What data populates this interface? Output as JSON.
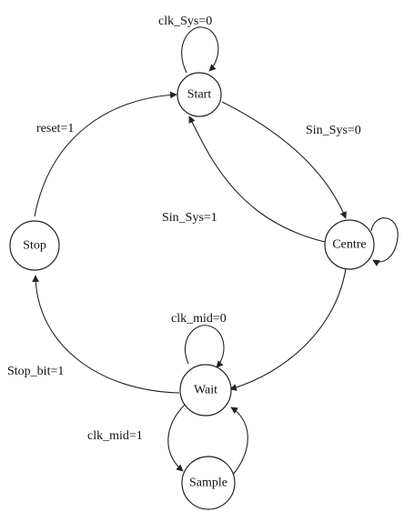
{
  "states": {
    "start": "Start",
    "centre": "Centre",
    "wait": "Wait",
    "sample": "Sample",
    "stop": "Stop"
  },
  "transitions": {
    "start_self": "clk_Sys=0",
    "start_to_centre": "Sin_Sys=0",
    "centre_to_start": "Sin_Sys=1",
    "centre_to_wait": "",
    "centre_self": "",
    "wait_self": "clk_mid=0",
    "wait_to_stop": "Stop_bit=1",
    "wait_to_sample": "clk_mid=1",
    "sample_to_wait": "",
    "stop_to_start": "reset=1"
  },
  "colors": {
    "stroke": "#222222",
    "fill": "#ffffff",
    "text": "#111111"
  }
}
